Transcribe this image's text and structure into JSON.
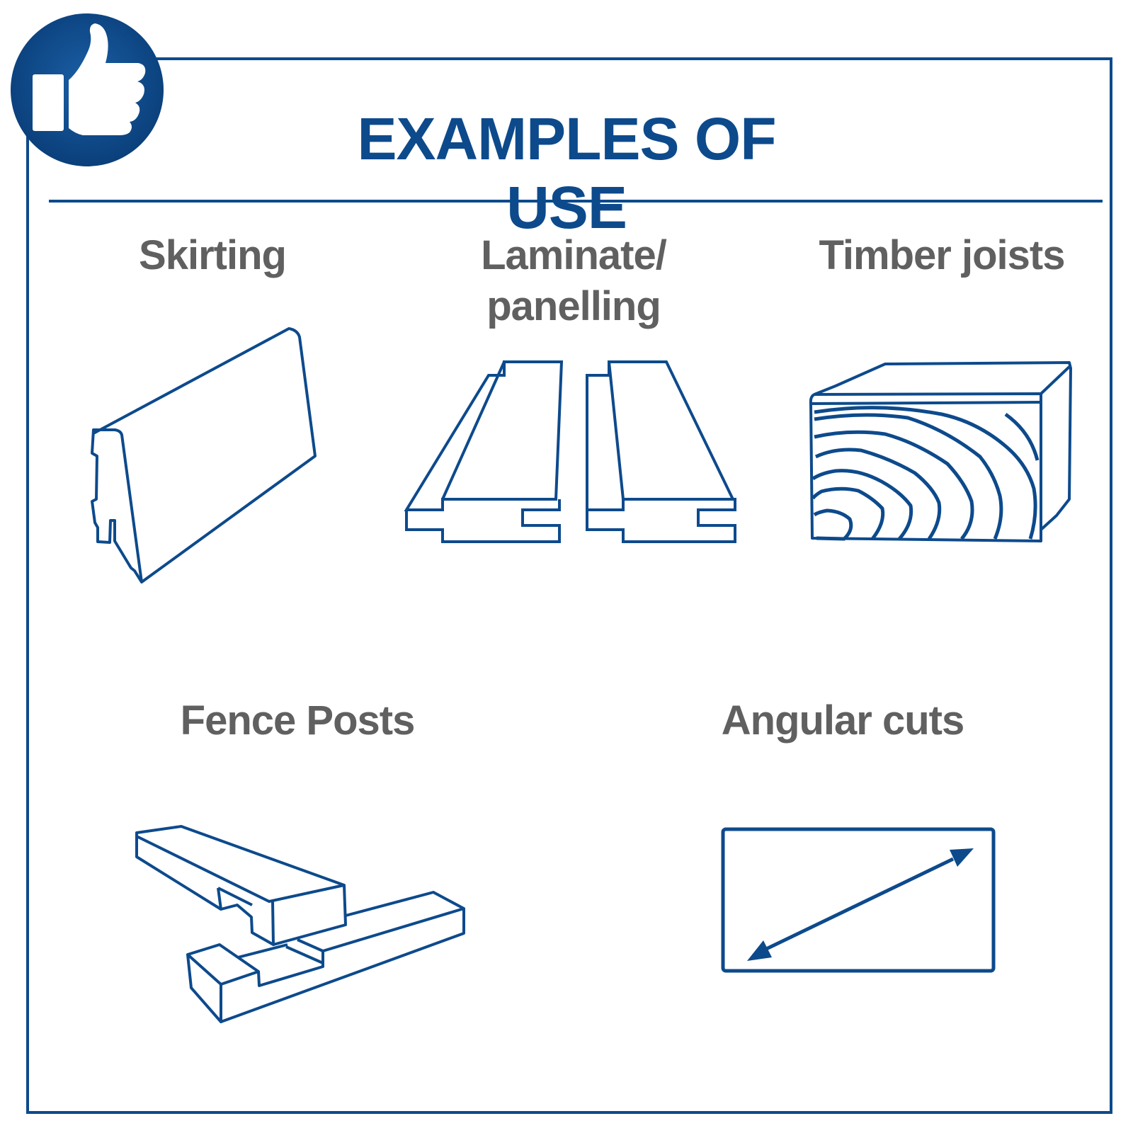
{
  "title": "EXAMPLES OF USE",
  "items": [
    {
      "line1": "Skirting",
      "icon": "skirting-board-icon"
    },
    {
      "line1": "Laminate/",
      "line2": "panelling",
      "icon": "tongue-and-groove-panel-icon"
    },
    {
      "line1": "Timber joists",
      "icon": "timber-joist-icon"
    },
    {
      "line1": "Fence Posts",
      "icon": "fence-posts-icon"
    },
    {
      "line1": "Angular cuts",
      "icon": "angular-cut-icon"
    }
  ],
  "badge_icon": "thumbs-up-icon",
  "colors": {
    "primary": "#0d4a8c",
    "label": "#606060",
    "background": "#ffffff"
  }
}
